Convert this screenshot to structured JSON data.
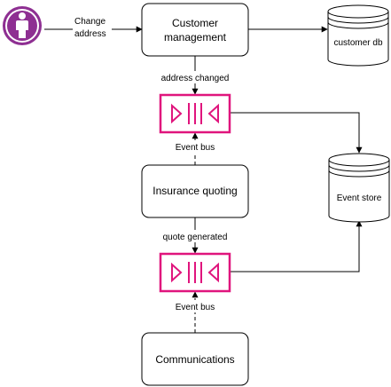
{
  "actor": {
    "icon": "person-icon",
    "color": "#8e2f92",
    "edge_label_line1": "Change",
    "edge_label_line2": "address"
  },
  "services": {
    "customer_management_line1": "Customer",
    "customer_management_line2": "management",
    "insurance_quoting": "Insurance quoting",
    "communications": "Communications"
  },
  "databases": {
    "customer_db": "customer db",
    "event_store": "Event store"
  },
  "event_buses": {
    "top_label": "Event bus",
    "bottom_label": "Event bus",
    "icon": "event-bus-icon",
    "color": "#e0157d"
  },
  "events": {
    "address_changed": "address changed",
    "quote_generated": "quote generated"
  }
}
